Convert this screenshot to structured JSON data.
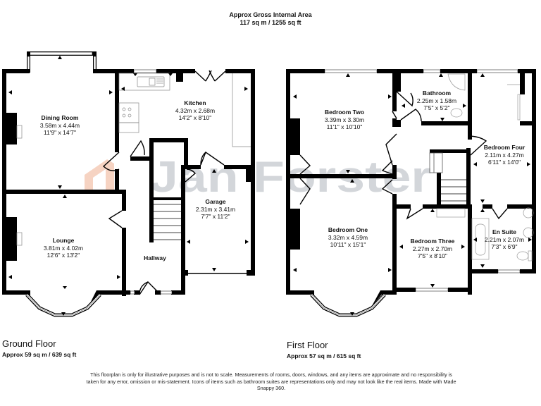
{
  "header": {
    "title": "Approx Gross Internal Area",
    "area": "117 sq m / 1255 sq ft"
  },
  "watermark": {
    "text": "Jan Forster",
    "text_color": "#d3d6da",
    "logo_color": "#f6d3c2"
  },
  "floors": [
    {
      "name": "Ground Floor",
      "area": "Approx 59 sq m / 639 sq ft",
      "rooms": [
        {
          "name": "Dining Room",
          "metric": "3.58m x 4.44m",
          "imperial": "11'9\" x 14'7\""
        },
        {
          "name": "Kitchen",
          "metric": "4.32m x 2.68m",
          "imperial": "14'2\" x 8'10\""
        },
        {
          "name": "Garage",
          "metric": "2.31m x 3.41m",
          "imperial": "7'7\" x 11'2\""
        },
        {
          "name": "Lounge",
          "metric": "3.81m x 4.02m",
          "imperial": "12'6\" x 13'2\""
        },
        {
          "name": "Hallway",
          "metric": "",
          "imperial": ""
        }
      ]
    },
    {
      "name": "First Floor",
      "area": "Approx 57 sq m / 615 sq ft",
      "rooms": [
        {
          "name": "Bedroom Two",
          "metric": "3.39m x 3.30m",
          "imperial": "11'1\" x 10'10\""
        },
        {
          "name": "Bathroom",
          "metric": "2.25m x 1.58m",
          "imperial": "7'5\" x 5'2\""
        },
        {
          "name": "Bedroom Four",
          "metric": "2.11m x 4.27m",
          "imperial": "6'11\" x 14'0\""
        },
        {
          "name": "Bedroom One",
          "metric": "3.32m x 4.59m",
          "imperial": "10'11\" x 15'1\""
        },
        {
          "name": "Bedroom Three",
          "metric": "2.27m x 2.70m",
          "imperial": "7'5\" x 8'10\""
        },
        {
          "name": "En Suite",
          "metric": "2.21m x 2.07m",
          "imperial": "7'3\" x 6'9\""
        }
      ]
    }
  ],
  "footer": {
    "disclaimer": "This floorplan is only for illustrative purposes and is not to scale. Measurements of rooms, doors, windows, and any items are approximate and no responsibility is taken for any error, omission or mis-statement. Icons of items such as bathroom suites are representations only and may not look like the real items. Made with Made Snappy 360."
  },
  "colors": {
    "wall": "#000000",
    "window": "#ffffff",
    "fixture_stroke": "#9a9a9a"
  }
}
